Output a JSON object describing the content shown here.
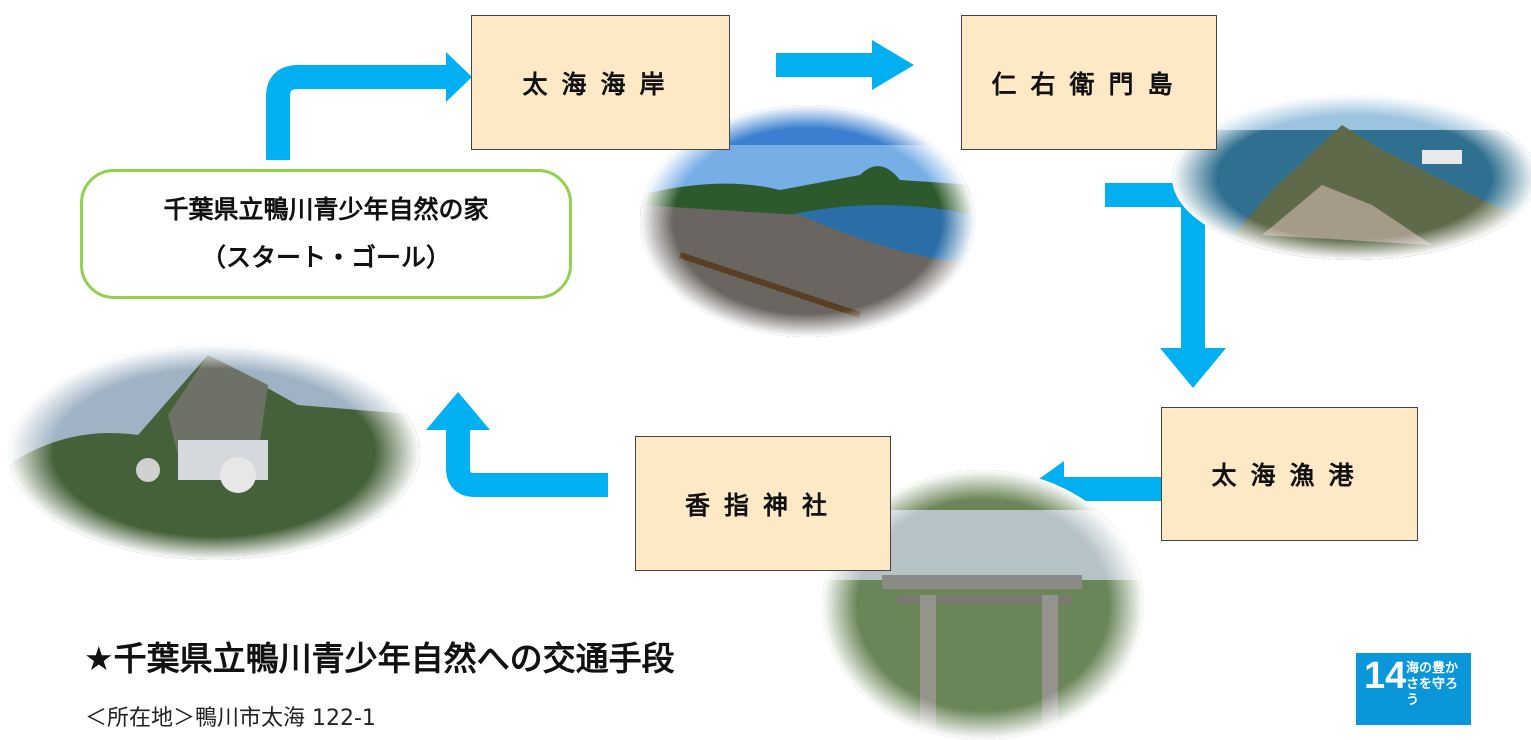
{
  "start_box": {
    "line1": "千葉県立鴨川青少年自然の家",
    "line2": "（スタート・ゴール）"
  },
  "stops": [
    {
      "label": "太海海岸"
    },
    {
      "label": "仁右衛門島"
    },
    {
      "label": "太海漁港"
    },
    {
      "label": "香指神社"
    }
  ],
  "section": {
    "heading": "★千葉県立鴨川青少年自然への交通手段",
    "address": "＜所在地＞鴨川市太海 122-1"
  },
  "sdg_badge": {
    "number": "14",
    "text": "海の豊かさを守ろう"
  },
  "colors": {
    "arrow": "#00b0f0",
    "box_fill": "#fde9c5",
    "start_border": "#92d050",
    "sdg_blue": "#0a97d9"
  }
}
